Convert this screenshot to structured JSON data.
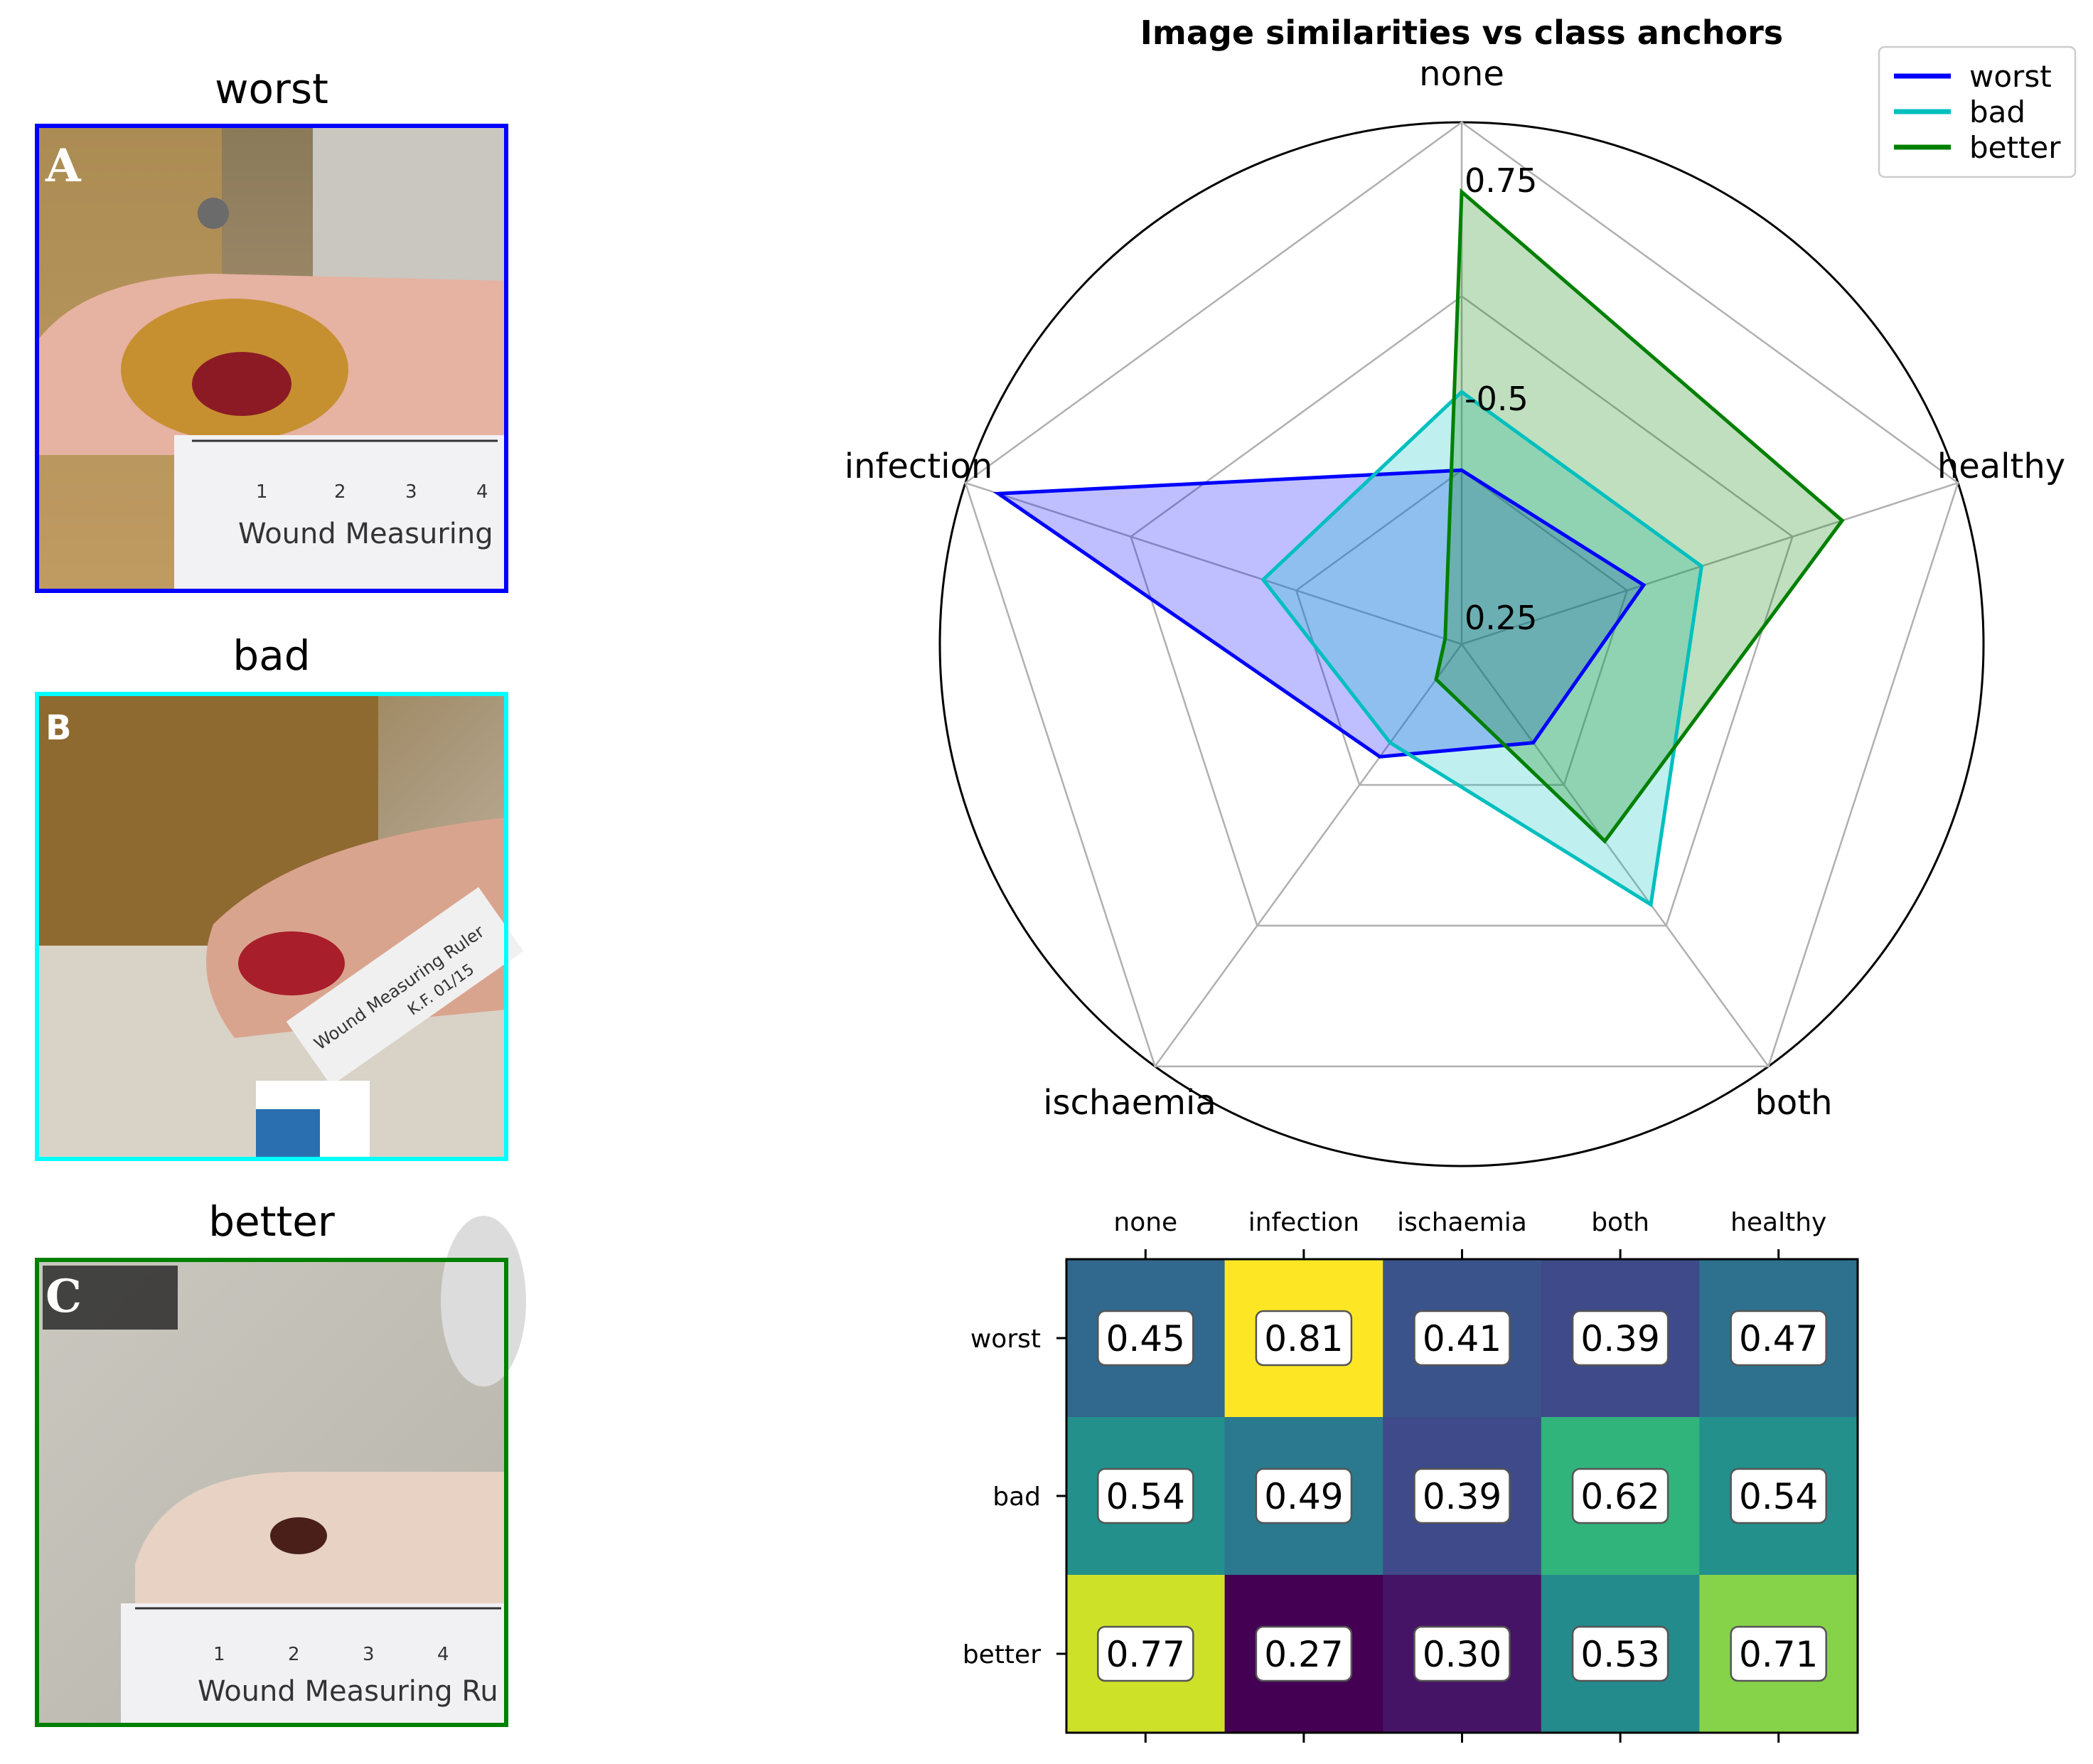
{
  "photo_panels": [
    {
      "title": "worst",
      "letter": "A",
      "border_color": "#0000ff",
      "ruler_text": "Wound Measuring",
      "ruler_numbers": [
        "1",
        "2",
        "3",
        "4"
      ]
    },
    {
      "title": "bad",
      "letter": "B",
      "border_color": "#00ffff",
      "ruler_text": "Wound Measuring Ruler",
      "ruler_numbers": [],
      "ruler_note": "K.F. 01/15"
    },
    {
      "title": "better",
      "letter": "C",
      "border_color": "#008000",
      "ruler_text": "Wound Measuring Ru",
      "ruler_numbers": [
        "1",
        "2",
        "3",
        "4"
      ]
    }
  ],
  "colors": {
    "worst": "#0000ff",
    "bad": "#00bfbf",
    "better": "#008000"
  },
  "chart_data": [
    {
      "type": "radar",
      "title": "Image similarities vs class anchors",
      "axes": [
        "none",
        "healthy",
        "both",
        "ischaemia",
        "infection"
      ],
      "ring_labels": [
        "0.25",
        "-0.5",
        "0.75"
      ],
      "legend": [
        "worst",
        "bad",
        "better"
      ],
      "legend_position": "top-right",
      "series": [
        {
          "name": "worst",
          "values": {
            "none": 0.45,
            "infection": 0.81,
            "ischaemia": 0.41,
            "both": 0.39,
            "healthy": 0.47
          }
        },
        {
          "name": "bad",
          "values": {
            "none": 0.54,
            "infection": 0.49,
            "ischaemia": 0.39,
            "both": 0.62,
            "healthy": 0.54
          }
        },
        {
          "name": "better",
          "values": {
            "none": 0.77,
            "infection": 0.27,
            "ischaemia": 0.3,
            "both": 0.53,
            "healthy": 0.71
          }
        }
      ]
    },
    {
      "type": "heatmap",
      "columns": [
        "none",
        "infection",
        "ischaemia",
        "both",
        "healthy"
      ],
      "rows": [
        "worst",
        "bad",
        "better"
      ],
      "values": [
        [
          0.45,
          0.81,
          0.41,
          0.39,
          0.47
        ],
        [
          0.54,
          0.49,
          0.39,
          0.62,
          0.54
        ],
        [
          0.77,
          0.27,
          0.3,
          0.53,
          0.71
        ]
      ],
      "cell_labels": [
        [
          "0.45",
          "0.81",
          "0.41",
          "0.39",
          "0.47"
        ],
        [
          "0.54",
          "0.49",
          "0.39",
          "0.62",
          "0.54"
        ],
        [
          "0.77",
          "0.27",
          "0.30",
          "0.53",
          "0.71"
        ]
      ],
      "colormap": "viridis"
    }
  ]
}
